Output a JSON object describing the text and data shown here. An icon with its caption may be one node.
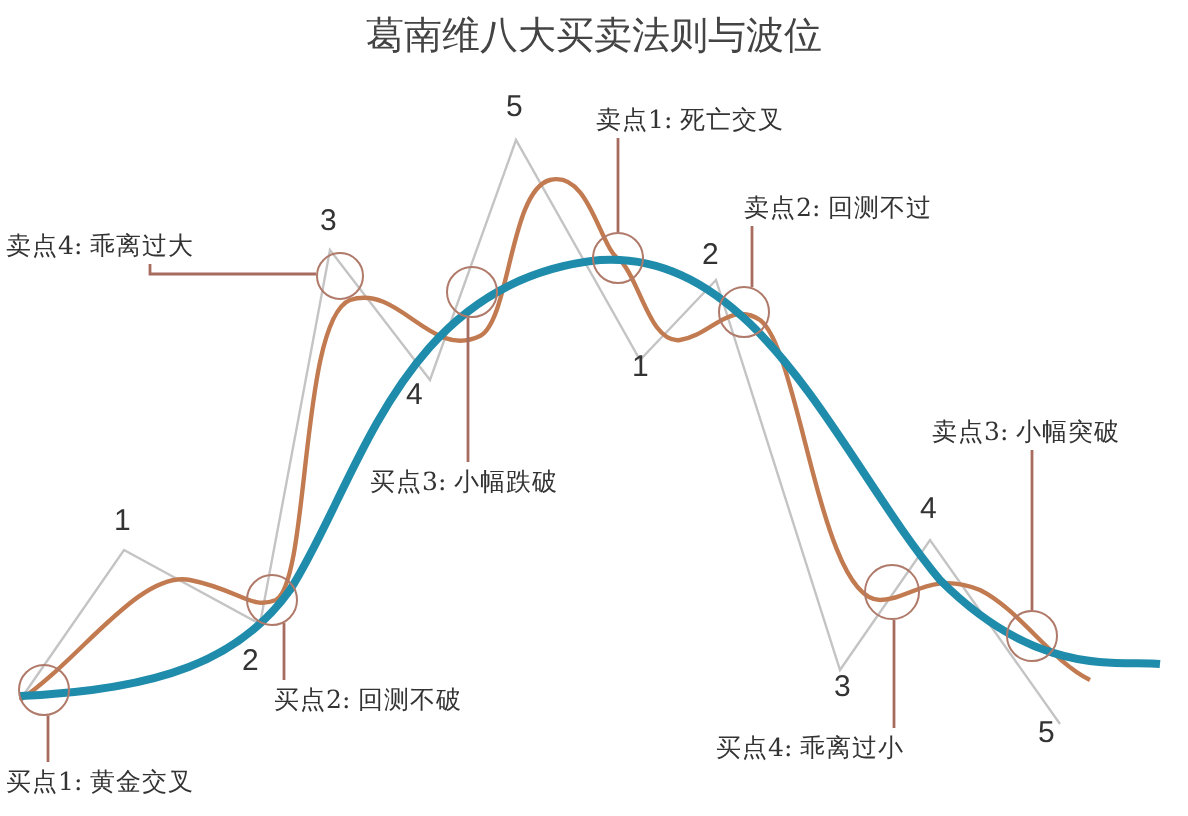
{
  "diagram": {
    "title": "葛南维八大买卖法则与波位",
    "nodes": [
      {
        "text": [
          "卖点1: 死亡交叉"
        ]
      },
      {
        "text": [
          "卖点4: 乖离过大"
        ]
      },
      {
        "text": [
          "卖点2: 回测不过"
        ]
      },
      {
        "text": [
          "买点3: 小幅跌破"
        ]
      },
      {
        "text": [
          "卖点3: 小幅突破"
        ]
      },
      {
        "text": [
          "买点2: 回测不破"
        ]
      },
      {
        "text": [
          "买点4: 乖离过小"
        ]
      },
      {
        "text": [
          "买点1: 黄金交叉"
        ]
      },
      {
        "text": [],
        "shape": "circle"
      },
      {
        "text": [],
        "shape": "circle"
      },
      {
        "text": [],
        "shape": "circle"
      },
      {
        "text": [],
        "shape": "circle"
      },
      {
        "text": [],
        "shape": "circle"
      },
      {
        "text": [],
        "shape": "circle"
      },
      {
        "text": [],
        "shape": "circle"
      },
      {
        "text": [],
        "shape": "circle"
      }
    ],
    "edges": [
      {
        "from": 7,
        "to": 8,
        "arrow": "none"
      },
      {
        "from": 5,
        "to": 9,
        "arrow": "none"
      },
      {
        "from": 1,
        "to": 10,
        "arrow": "none"
      },
      {
        "from": 3,
        "to": 11,
        "arrow": "none"
      },
      {
        "from": 0,
        "to": 12,
        "arrow": "none"
      },
      {
        "from": 2,
        "to": 13,
        "arrow": "none"
      },
      {
        "from": 6,
        "to": 14,
        "arrow": "none"
      },
      {
        "from": 4,
        "to": 15,
        "arrow": "none"
      }
    ],
    "labels": [
      "5",
      "3",
      "2",
      "1",
      "4",
      "4",
      "1",
      "2",
      "3",
      "5"
    ]
  }
}
